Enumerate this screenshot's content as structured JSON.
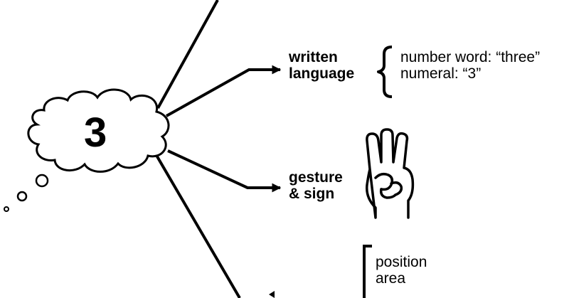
{
  "central": {
    "label": "3"
  },
  "branches": {
    "written_language": {
      "label_line1": "written",
      "label_line2": "language",
      "items": [
        "number word: “three”",
        "numeral: “3”"
      ]
    },
    "gesture_sign": {
      "label_line1": "gesture",
      "label_line2": "& sign",
      "icon": "three-fingers-hand-icon"
    },
    "bottom": {
      "items": [
        "position",
        "area"
      ]
    }
  },
  "colors": {
    "ink": "#000000",
    "background": "#ffffff"
  }
}
